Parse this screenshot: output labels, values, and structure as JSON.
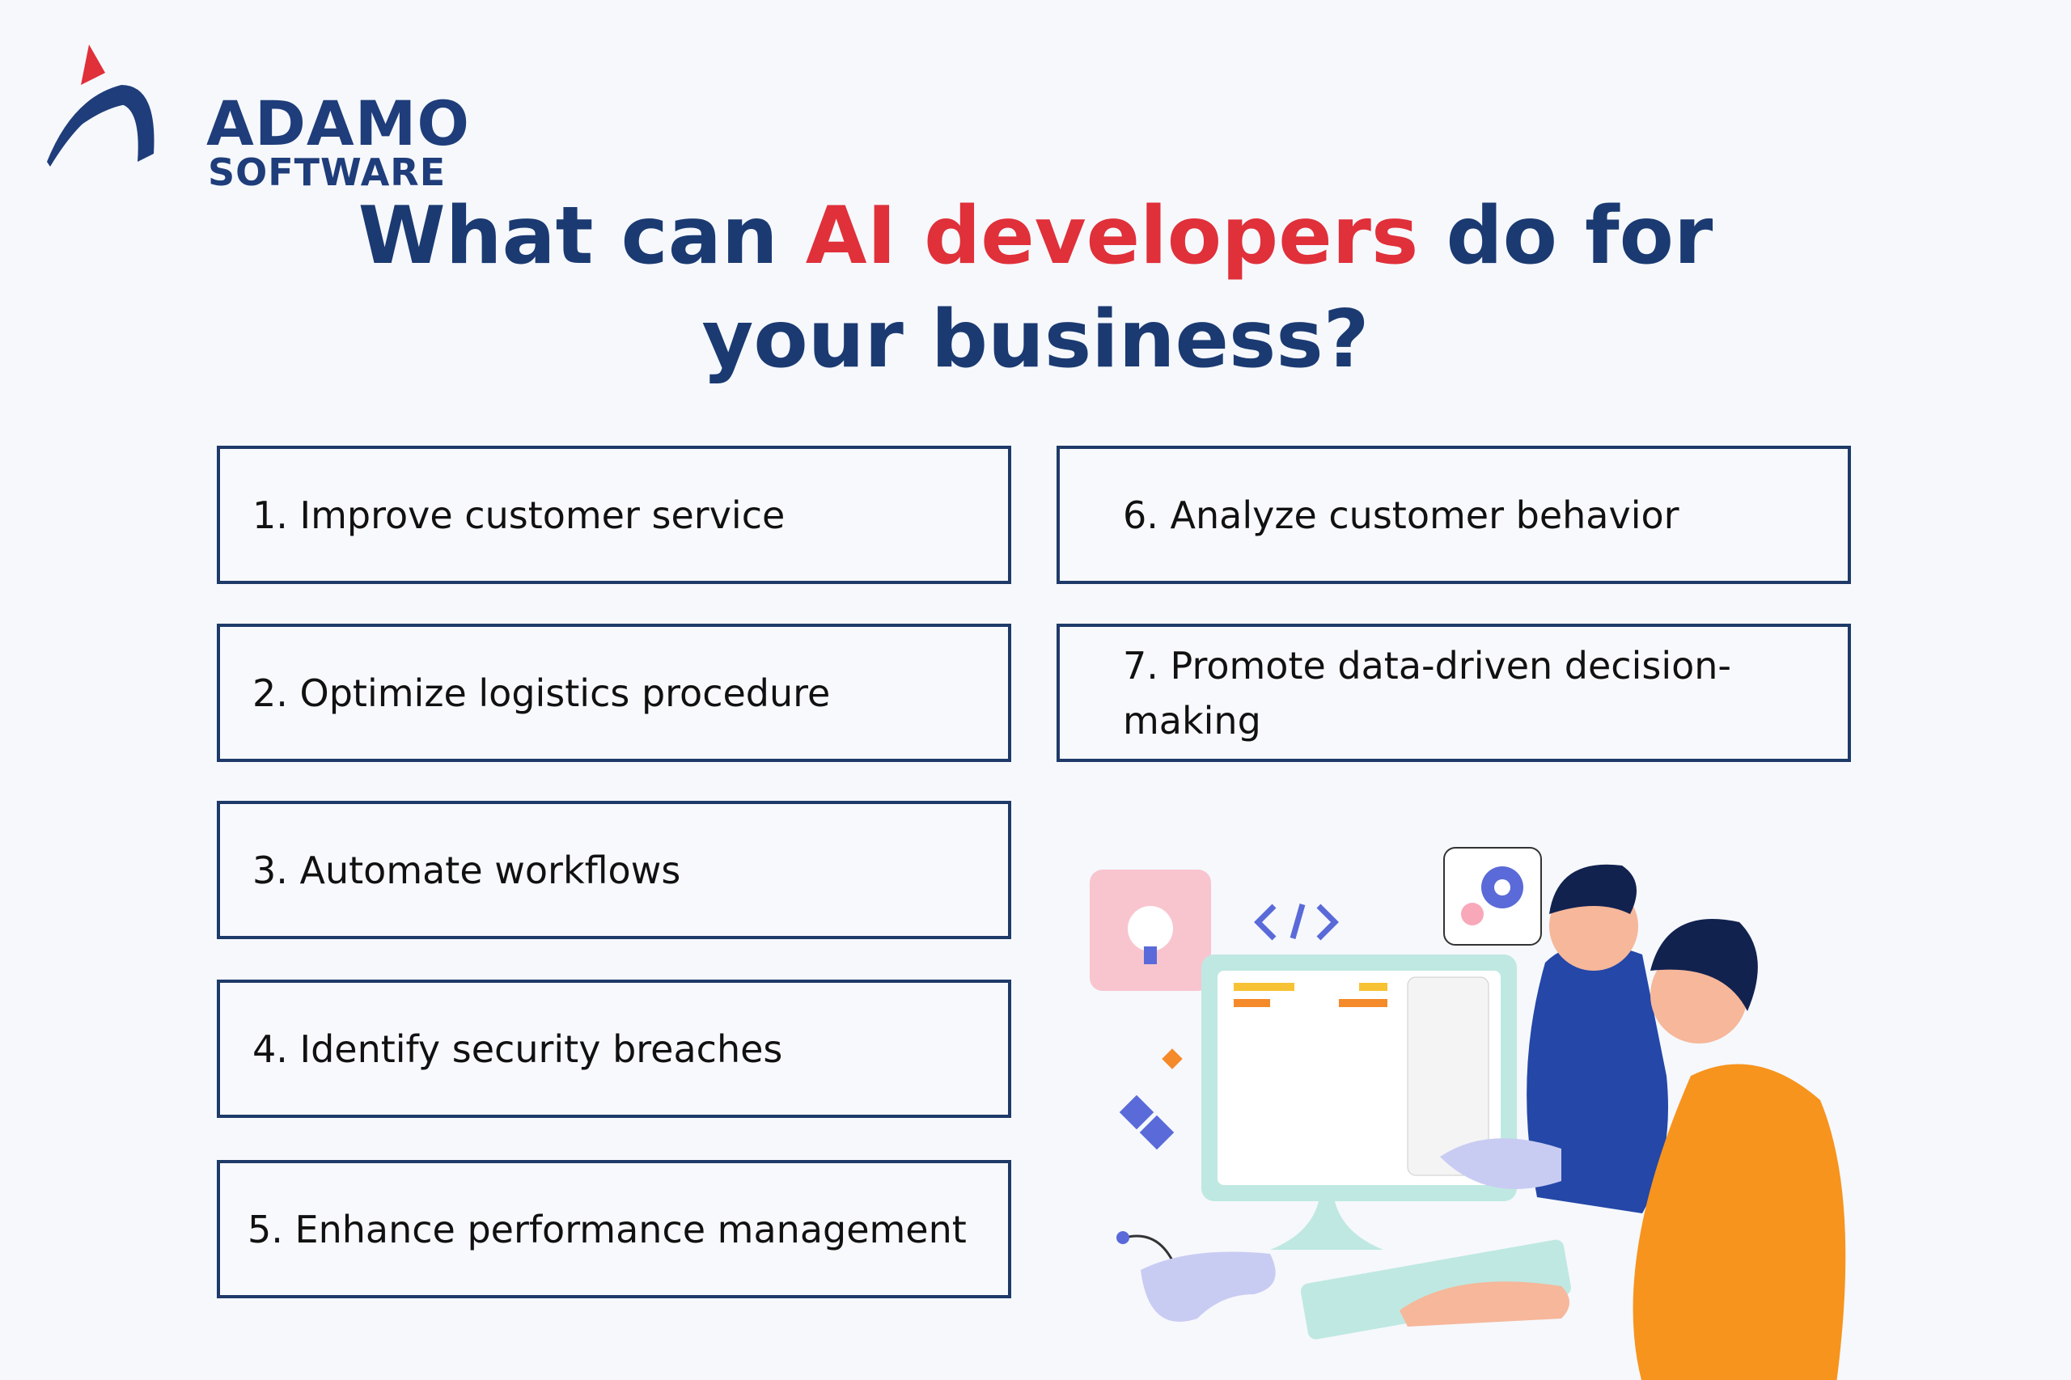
{
  "brand": {
    "name_line1": "ADAMO",
    "name_line2": "SOFTWARE",
    "colors": {
      "navy": "#1f3d7a",
      "red": "#e0303a"
    }
  },
  "title": {
    "part1": "What can ",
    "accent": "AI developers",
    "part2": " do for",
    "line2": "your business?"
  },
  "items": [
    {
      "label": "1. Improve customer service"
    },
    {
      "label": "2. Optimize logistics procedure"
    },
    {
      "label": "3. Automate workflows"
    },
    {
      "label": "4. Identify security breaches"
    },
    {
      "label": "5. Enhance performance management"
    },
    {
      "label": "6. Analyze customer behavior"
    },
    {
      "label": "7. Promote data-driven decision-making"
    }
  ]
}
